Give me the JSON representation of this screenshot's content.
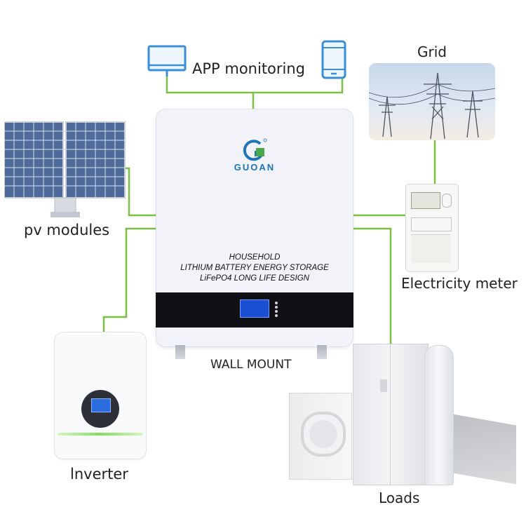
{
  "labels": {
    "app_monitoring": "APP monitoring",
    "grid": "Grid",
    "pv_modules": "pv modules",
    "electricity_meter": "Electricity meter",
    "inverter": "lnverter",
    "loads": "Loads",
    "wall_mount": "WALL MOUNT"
  },
  "battery": {
    "brand": "GUOAN",
    "line1": "HOUSEHOLD",
    "line2": "LITHIUM BATTERY ENERGY STORAGE",
    "line3": "LiFePO4 LONG LIFE DESIGN"
  },
  "colors": {
    "wire": "#7ac143",
    "icon_blue": "#3a8fd8",
    "brand_blue": "#1c74b9",
    "brand_green": "#4aa84a",
    "lcd_blue": "#1a4fd6"
  },
  "icons": [
    "monitor-icon",
    "smartphone-icon"
  ]
}
